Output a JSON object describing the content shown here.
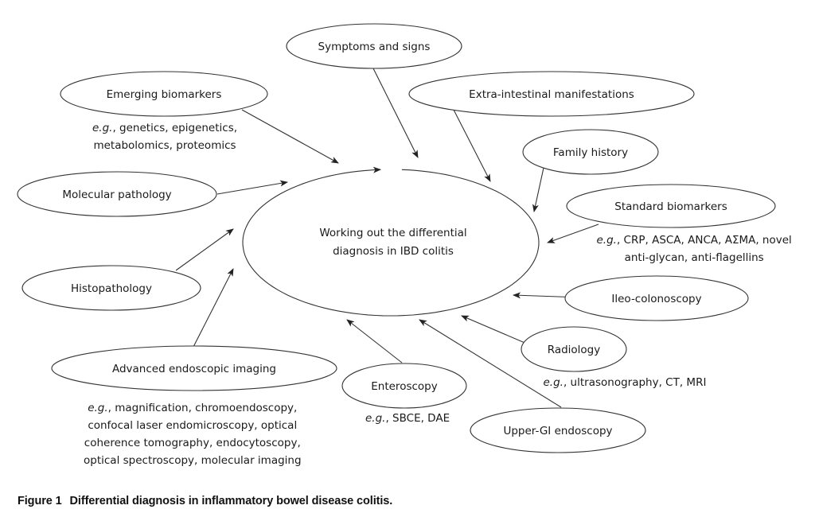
{
  "center": {
    "id": "center",
    "label_lines": [
      "Working out the differential",
      "diagnosis in IBD colitis"
    ]
  },
  "nodes": [
    {
      "id": "symptoms",
      "label": "Symptoms and signs",
      "note": null
    },
    {
      "id": "emerging",
      "label": "Emerging biomarkers",
      "note": {
        "prefix": "e.g.",
        "lines": [
          ", genetics, epigenetics,",
          "metabolomics, proteomics"
        ]
      }
    },
    {
      "id": "extra",
      "label": "Extra-intestinal manifestations",
      "note": null
    },
    {
      "id": "family",
      "label": "Family history",
      "note": null
    },
    {
      "id": "molecular",
      "label": "Molecular pathology",
      "note": null
    },
    {
      "id": "standard",
      "label": "Standard biomarkers",
      "note": {
        "prefix": "e.g.",
        "lines": [
          ", CRP, ASCA, ANCA, AΣMA, novel",
          "anti-glycan, anti-flagellins"
        ]
      }
    },
    {
      "id": "histo",
      "label": "Histopathology",
      "note": null
    },
    {
      "id": "ileo",
      "label": "Ileo-colonoscopy",
      "note": null
    },
    {
      "id": "radiology",
      "label": "Radiology",
      "note": {
        "prefix": "e.g.",
        "lines": [
          ", ultrasonography, CT, MRI"
        ]
      }
    },
    {
      "id": "advanced",
      "label": "Advanced endoscopic imaging",
      "note": {
        "prefix": "e.g.",
        "lines": [
          ", magnification, chromoendoscopy,",
          "confocal laser endomicroscopy, optical",
          "coherence tomography, endocytoscopy,",
          "optical spectroscopy, molecular imaging"
        ]
      }
    },
    {
      "id": "entero",
      "label": "Enteroscopy",
      "note": {
        "prefix": "e.g.",
        "lines": [
          ", SBCE, DAE"
        ]
      }
    },
    {
      "id": "uppergi",
      "label": "Upper-GI endoscopy",
      "note": null
    }
  ],
  "edges": [
    {
      "from": "symptoms",
      "to": "center"
    },
    {
      "from": "emerging",
      "to": "center"
    },
    {
      "from": "extra",
      "to": "center"
    },
    {
      "from": "family",
      "to": "center"
    },
    {
      "from": "molecular",
      "to": "center"
    },
    {
      "from": "standard",
      "to": "center"
    },
    {
      "from": "histo",
      "to": "center"
    },
    {
      "from": "ileo",
      "to": "center"
    },
    {
      "from": "radiology",
      "to": "center"
    },
    {
      "from": "advanced",
      "to": "center"
    },
    {
      "from": "entero",
      "to": "center"
    },
    {
      "from": "uppergi",
      "to": "center"
    }
  ],
  "caption": {
    "number": "Figure 1",
    "text": "Differential diagnosis in inflammatory bowel disease colitis."
  },
  "colors": {
    "stroke": "#333333",
    "text": "#1a1a1a",
    "background": "#ffffff"
  }
}
